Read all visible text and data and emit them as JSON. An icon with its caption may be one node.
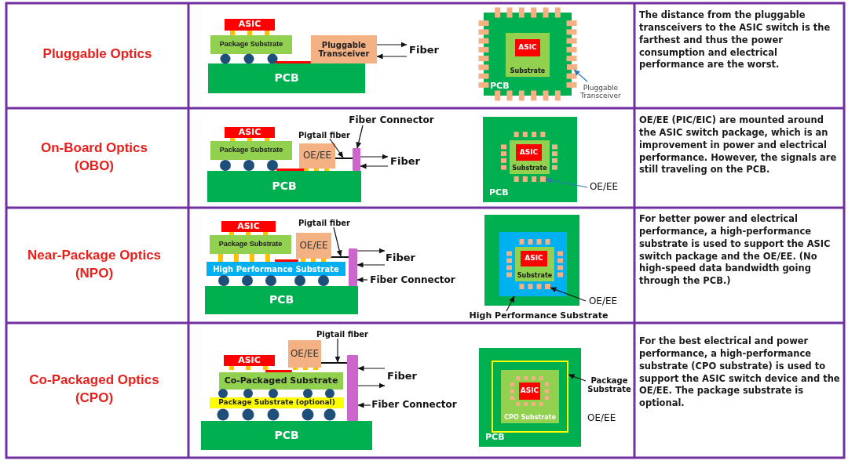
{
  "diagram": {
    "nodes": [
      {
        "text": [
          "ASIC"
        ]
      },
      {
        "text": [
          "Package Substrate"
        ]
      },
      {
        "text": [
          "Pluggable Transceiver"
        ]
      },
      {
        "text": [
          "PCB"
        ]
      },
      {
        "text": [
          "PCB"
        ]
      },
      {
        "text": [
          "Substrate"
        ],
        "in": 4
      },
      {
        "text": [
          "ASIC"
        ],
        "in": 5
      },
      {
        "text": [],
        "shape": "box"
      },
      {
        "text": [
          "Pluggable Transceiver"
        ]
      },
      {
        "text": [
          "ASIC"
        ]
      },
      {
        "text": [
          "Package Substrate"
        ]
      },
      {
        "text": [
          "OE/EE"
        ]
      },
      {
        "text": [
          "PCB"
        ]
      },
      {
        "text": [],
        "shape": "bar"
      },
      {
        "text": [
          "Fiber Connector"
        ]
      },
      {
        "text": [
          "Pigtail fiber"
        ]
      },
      {
        "text": [
          "PCB"
        ]
      },
      {
        "text": [
          "Substrate"
        ],
        "in": 16
      },
      {
        "text": [
          "ASIC"
        ],
        "in": 17
      },
      {
        "text": [],
        "shape": "box",
        "in": 16
      },
      {
        "text": [
          "OE/EE"
        ]
      },
      {
        "text": [
          "ASIC"
        ]
      },
      {
        "text": [
          "Package Substrate"
        ]
      },
      {
        "text": [
          "OE/EE"
        ]
      },
      {
        "text": [
          "High Performance Substrate"
        ]
      },
      {
        "text": [
          "PCB"
        ]
      },
      {
        "text": [],
        "shape": "bar"
      },
      {
        "text": [
          "Pigtail fiber"
        ]
      },
      {
        "text": [
          "Fiber Connector"
        ]
      },
      {
        "text": [],
        "shape": "box"
      },
      {
        "text": [],
        "shape": "box",
        "in": 29
      },
      {
        "text": [
          "Substrate"
        ],
        "in": 30
      },
      {
        "text": [
          "ASIC"
        ],
        "in": 31
      },
      {
        "text": [],
        "shape": "box",
        "in": 30
      },
      {
        "text": [
          "OE/EE"
        ]
      },
      {
        "text": [
          "High Performance Substrate"
        ]
      },
      {
        "text": [
          "OE/EE"
        ]
      },
      {
        "text": [
          "ASIC"
        ]
      },
      {
        "text": [
          "Co-Packaged Substrate"
        ]
      },
      {
        "text": [
          "Package Substrate (optional)"
        ]
      },
      {
        "text": [
          "PCB"
        ]
      },
      {
        "text": [],
        "shape": "bar"
      },
      {
        "text": [
          "Pigtail fiber"
        ]
      },
      {
        "text": [
          "Fiber Connector"
        ]
      },
      {
        "text": [
          "PCB"
        ]
      },
      {
        "text": [],
        "shape": "box",
        "in": 44
      },
      {
        "text": [
          "CPO Substrate"
        ],
        "in": 45
      },
      {
        "text": [
          "ASIC"
        ],
        "in": 46
      },
      {
        "text": [
          "Package Substrate"
        ]
      },
      {
        "text": [],
        "shape": "line"
      },
      {
        "text": [],
        "shape": "line"
      },
      {
        "text": [],
        "shape": "line"
      },
      {
        "text": [],
        "shape": "bar"
      },
      {
        "text": [],
        "shape": "bar"
      },
      {
        "text": [],
        "shape": "bar"
      },
      {
        "text": [],
        "shape": "bar"
      },
      {
        "text": [
          "Fiber"
        ]
      },
      {
        "text": [
          "Fiber"
        ]
      },
      {
        "text": [
          "Fiber"
        ]
      },
      {
        "text": [
          "Fiber"
        ]
      }
    ],
    "edges": [
      {
        "from": 8,
        "to": 7,
        "arrow": "to",
        "color": "#2e75b6"
      },
      {
        "from": 14,
        "to": 13,
        "arrow": "to"
      },
      {
        "from": 15,
        "to": 49,
        "arrow": "to"
      },
      {
        "from": 20,
        "to": 19,
        "arrow": "to",
        "color": "#2e75b6"
      },
      {
        "from": 27,
        "to": 50,
        "arrow": "to"
      },
      {
        "from": 28,
        "to": 26,
        "arrow": "to"
      },
      {
        "from": 34,
        "to": 33,
        "arrow": "to"
      },
      {
        "from": 35,
        "to": 30,
        "arrow": "to"
      },
      {
        "from": 42,
        "to": 51,
        "arrow": "to"
      },
      {
        "from": 43,
        "to": 41,
        "arrow": "to"
      },
      {
        "from": 48,
        "to": 45,
        "arrow": "to"
      },
      {
        "from": 2,
        "to": 56,
        "arrow": "to"
      },
      {
        "from": 56,
        "to": 2,
        "arrow": "to"
      },
      {
        "from": 13,
        "to": 57,
        "arrow": "to"
      },
      {
        "from": 57,
        "to": 13,
        "arrow": "to"
      },
      {
        "from": 26,
        "to": 58,
        "arrow": "to"
      },
      {
        "from": 58,
        "to": 26,
        "arrow": "to"
      },
      {
        "from": 59,
        "to": 41,
        "arrow": "to"
      },
      {
        "from": 41,
        "to": 59,
        "arrow": "to"
      }
    ],
    "labels": [
      "Pluggable Optics",
      "The distance from the pluggable transceivers to the ASIC switch is the farthest and thus the power consumption and electrical performance are the worst.",
      "On-Board Optics (OBO)",
      "OE/EE (PIC/EIC) are mounted around the ASIC switch package, which is an improvement in power and electrical performance. However, the signals are still traveling on the PCB.",
      "Near-Package Optics (NPO)",
      "For better power and electrical performance, a high-performance substrate is used to support the ASIC switch package and the OE/EE. (No high-speed data bandwidth going through the PCB.)",
      "Co-Packaged Optics (CPO)",
      "OE/EE",
      "For the best electrical and power performance, a high-performance substrate (CPO substrate) is used to support the ASIC switch device and the OE/EE. The package substrate is optional."
    ]
  }
}
